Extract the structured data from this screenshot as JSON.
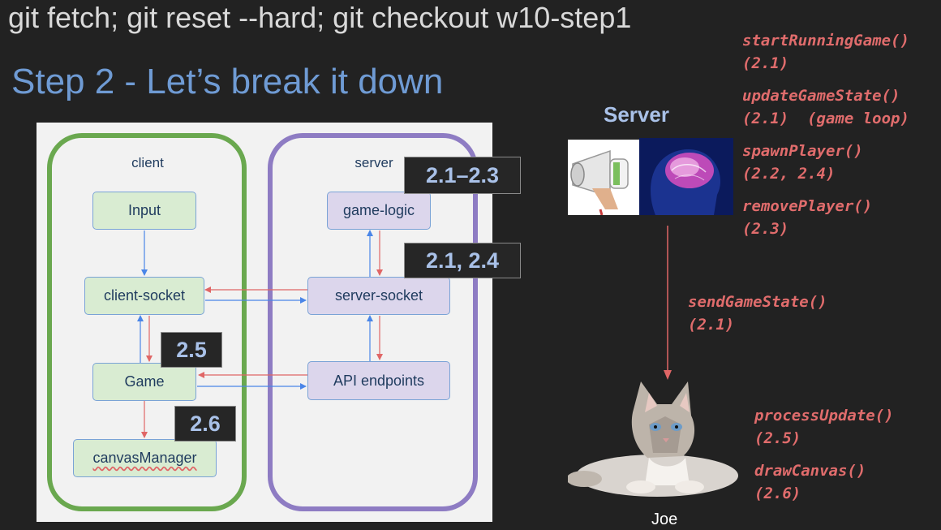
{
  "header": {
    "git_command": "git fetch; git reset --hard; git checkout w10-step1",
    "step_title": "Step 2 - Let’s break it down"
  },
  "diagram": {
    "client_label": "client",
    "server_label": "server",
    "boxes": {
      "input": "Input",
      "client_socket": "client-socket",
      "game": "Game",
      "canvas_manager": "canvasManager",
      "game_logic": "game-logic",
      "server_socket": "server-socket",
      "api_endpoints": "API endpoints"
    },
    "tags": {
      "game_logic": "2.1–2.3",
      "server_socket": "2.1, 2.4",
      "game": "2.5",
      "canvas_manager": "2.6"
    },
    "colors": {
      "client_border": "#6aa84f",
      "server_border": "#8e7cc3",
      "arrow_blue": "#4a86e8",
      "arrow_red": "#e06666"
    }
  },
  "server_section": {
    "title": "Server",
    "functions": [
      {
        "name": "startRunningGame()",
        "note": "(2.1)"
      },
      {
        "name": "updateGameState()",
        "note": "(2.1)  (game loop)"
      },
      {
        "name": "spawnPlayer()",
        "note": "(2.2, 2.4)"
      },
      {
        "name": "removePlayer()",
        "note": "(2.3)"
      }
    ]
  },
  "transfer": {
    "name": "sendGameState()",
    "note": "(2.1)"
  },
  "client_section": {
    "caption": "Joe",
    "functions": [
      {
        "name": "processUpdate()",
        "note": "(2.5)"
      },
      {
        "name": "drawCanvas()",
        "note": "(2.6)"
      }
    ]
  }
}
